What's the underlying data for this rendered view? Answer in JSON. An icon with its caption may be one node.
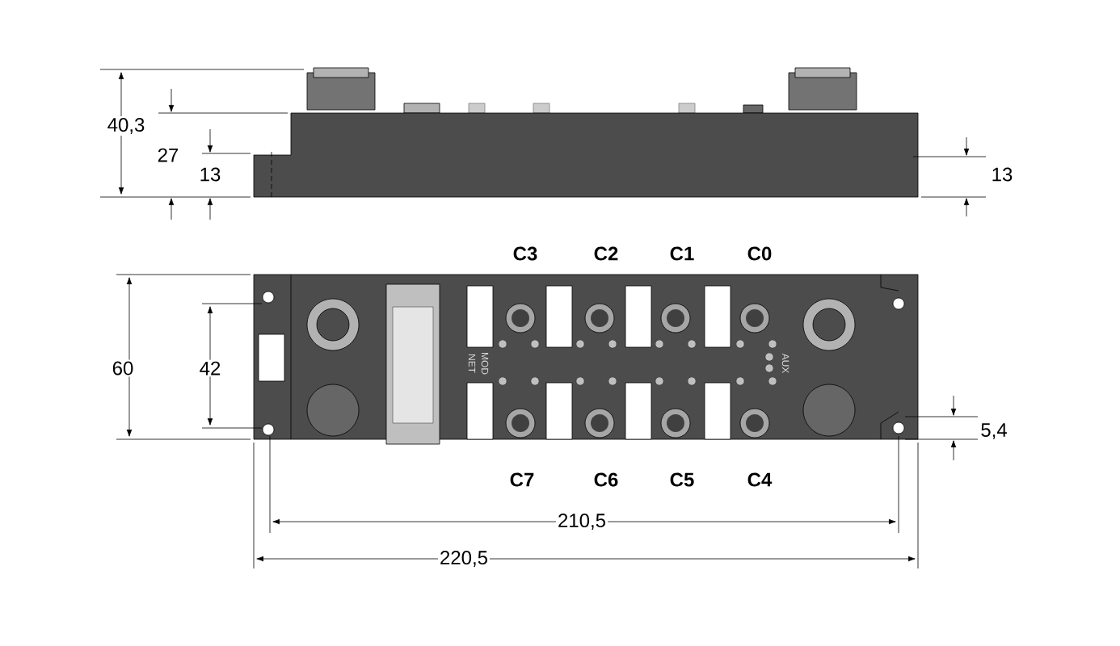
{
  "diagram": {
    "labels": [
      "40,3",
      "27",
      "13",
      "13",
      "C3",
      "C2",
      "C1",
      "C0",
      "60",
      "42",
      "NET",
      "MOD",
      "AUX",
      "5,4",
      "C7",
      "C6",
      "C5",
      "C4",
      "210,5",
      "220,5"
    ]
  }
}
